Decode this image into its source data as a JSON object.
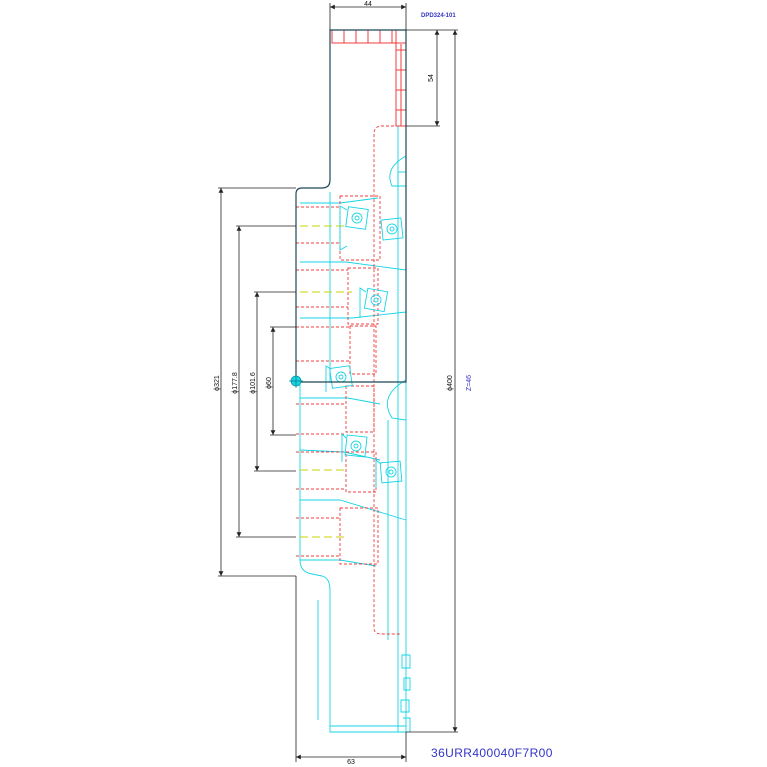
{
  "drawing": {
    "part_number": "DPD324-101",
    "tool_code": "36URR400040F7R00",
    "teeth": "Z=46",
    "dimensions": {
      "top_width": "44",
      "top_depth": "54",
      "outer_diameter": "ϕ400",
      "diameter_321": "ϕ321",
      "diameter_177_8": "ϕ177.8",
      "diameter_101_6": "ϕ101.6",
      "diameter_60": "ϕ60",
      "bottom_width": "63"
    }
  },
  "colors": {
    "outline": "#1d4757",
    "dimension": "#222222",
    "tool_body": "#16d4e4",
    "pocket": "#f03c3c",
    "centerline": "#c8d400",
    "annotation_text": "#3434c8"
  }
}
